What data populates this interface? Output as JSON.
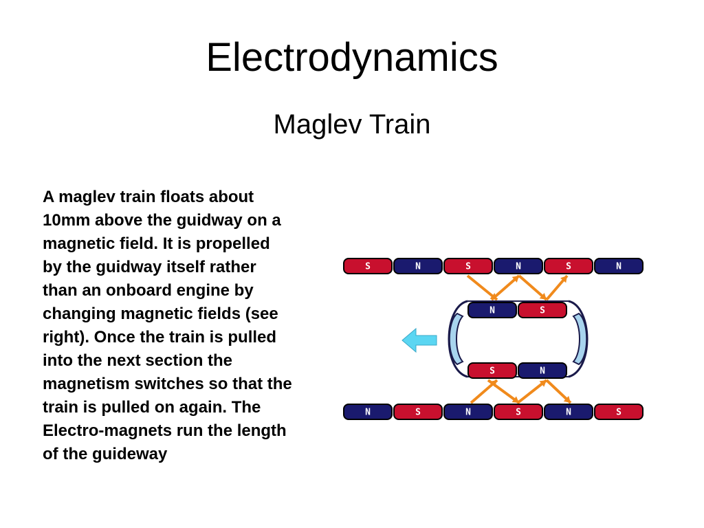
{
  "slide": {
    "title": "Electrodynamics",
    "subtitle": "Maglev Train",
    "body": "A maglev train floats about\n10mm above the guidway on a\nmagnetic field. It is propelled\nby the guidway itself rather\nthan an onboard engine by\nchanging magnetic fields (see\nright). Once the train is pulled\ninto the next section the\nmagnetism switches so that the\ntrain is pulled on again. The\nElectro-magnets run the length\nof the guideway"
  },
  "diagram": {
    "top_guideway": [
      "S",
      "N",
      "S",
      "N",
      "S",
      "N"
    ],
    "train_top": [
      "N",
      "S"
    ],
    "train_bottom": [
      "S",
      "N"
    ],
    "bottom_guideway": [
      "N",
      "S",
      "N",
      "S",
      "N",
      "S"
    ],
    "motion_direction": "left",
    "colors": {
      "south_pole": "#c8102e",
      "north_pole": "#1a1a6e",
      "field_lines": "#f08a1c",
      "train_body": "#a8d4ee",
      "arrow": "#5bd6f2"
    }
  }
}
